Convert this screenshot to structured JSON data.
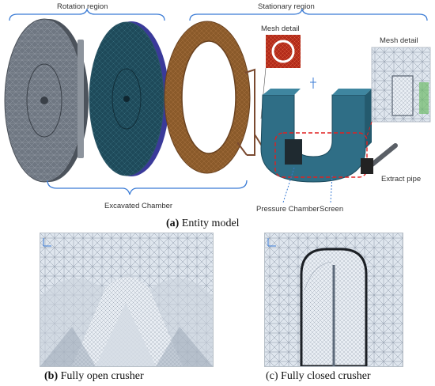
{
  "labels": {
    "rotation_region": "Rotation region",
    "stationary_region": "Stationary region",
    "mesh_detail_1": "Mesh detail",
    "mesh_detail_2": "Mesh detail",
    "excavated_chamber": "Excavated Chamber",
    "pressure_chamber": "Pressure Chamber",
    "screen": "Screen",
    "extract_pipe": "Extract pipe"
  },
  "captions": {
    "a_letter": "(a)",
    "a_text": " Entity model",
    "b_letter": "(b)",
    "b_text": " Fully open crusher",
    "c_letter": "(c)",
    "c_text": " Fully closed crusher"
  },
  "colors": {
    "disk1": "#6f7782",
    "disk2": "#1e4a5a",
    "ring": "#8a5a2a",
    "chamber": "#2f6e86",
    "bracket": "#3a7bd5",
    "dashed": "#e02020",
    "mesh_red": "#b22a1a"
  }
}
